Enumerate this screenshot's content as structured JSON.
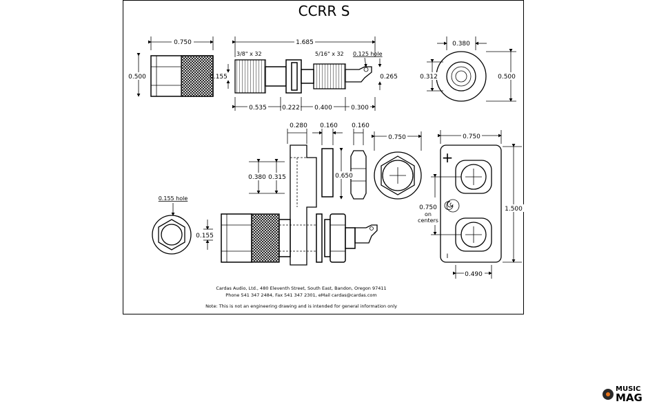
{
  "title": "CCRR S",
  "dimensions": {
    "d_0750_top": "0.750",
    "d_1685": "1.685",
    "d_0500_left": "0.500",
    "d_0155_a": "0.155",
    "thread_38": "3/8\" x 32",
    "thread_516": "5/16\" x 32",
    "hole_0125": "0.125 hole",
    "d_0265": "0.265",
    "d_0535": "0.535",
    "d_0222": "0.222",
    "d_0400": "0.400",
    "d_0300": "0.300",
    "d_0380_top": "0.380",
    "d_0312": "0.312",
    "d_0500_right": "0.500",
    "d_0280": "0.280",
    "d_0160_a": "0.160",
    "d_0160_b": "0.160",
    "d_0750_mid": "0.750",
    "d_0750_right": "0.750",
    "d_0380_mid": "0.380",
    "d_0315": "0.315",
    "d_0650": "0.650",
    "d_0750_on": "0.750",
    "on_text": "on",
    "centers_text": "centers",
    "d_1500": "1.500",
    "d_0490": "0.490",
    "hole_0155": "0.155 hole",
    "d_0155_b": "0.155",
    "plus_sign": "+",
    "minus_sign": "I"
  },
  "footer": {
    "address": "Cardas Audio, Ltd., 480 Eleventh Street, South East, Bandon, Oregon 97411",
    "contact": "Phone 541 347 2484, Fax 541 347 2301, eMail cardas@cardas.com",
    "note": "Note:  This is not an engineering drawing and is intended for general information only"
  },
  "watermark": {
    "line1": "MUSIC",
    "line2": "MAG"
  },
  "colors": {
    "ink": "#000000",
    "paper": "#ffffff",
    "wm_orange": "#e8741a",
    "wm_dark": "#2a2a2a"
  }
}
